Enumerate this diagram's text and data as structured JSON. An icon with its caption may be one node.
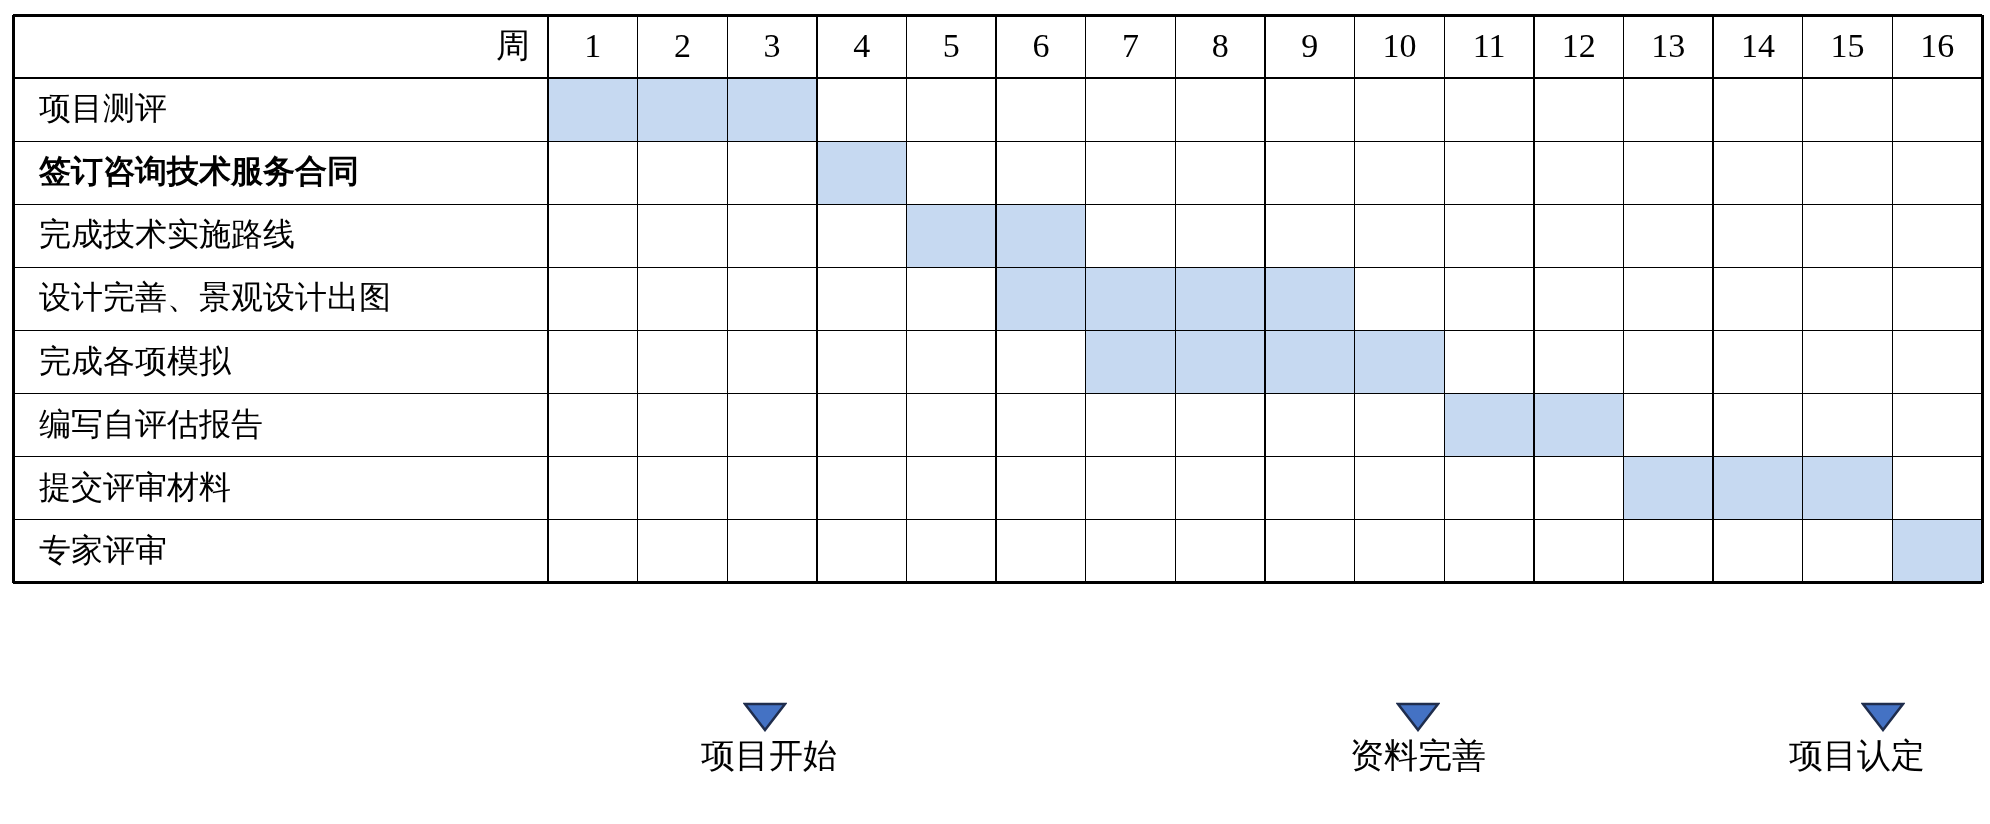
{
  "diagram": {
    "nodes": [
      {
        "text": [],
        "shape": "bar"
      },
      {
        "text": [],
        "shape": "bar"
      },
      {
        "text": [],
        "shape": "bar"
      },
      {
        "text": [],
        "shape": "bar"
      },
      {
        "text": [],
        "shape": "bar"
      },
      {
        "text": [],
        "shape": "bar"
      },
      {
        "text": [],
        "shape": "bar"
      },
      {
        "text": [],
        "shape": "bar"
      }
    ],
    "labels": [
      "周",
      "1",
      "2",
      "3",
      "4",
      "5",
      "6",
      "7",
      "8",
      "9",
      "10",
      "11",
      "12",
      "13",
      "14",
      "15",
      "16",
      "项目测评",
      "签订咨询技术服务合同",
      "完成技术实施路线",
      "设计完善、景观设计出图",
      "完成各项模拟",
      "编写自评估报告",
      "提交评审材料",
      "专家评审",
      "项目开始",
      "资料完善",
      "项目认定"
    ]
  }
}
